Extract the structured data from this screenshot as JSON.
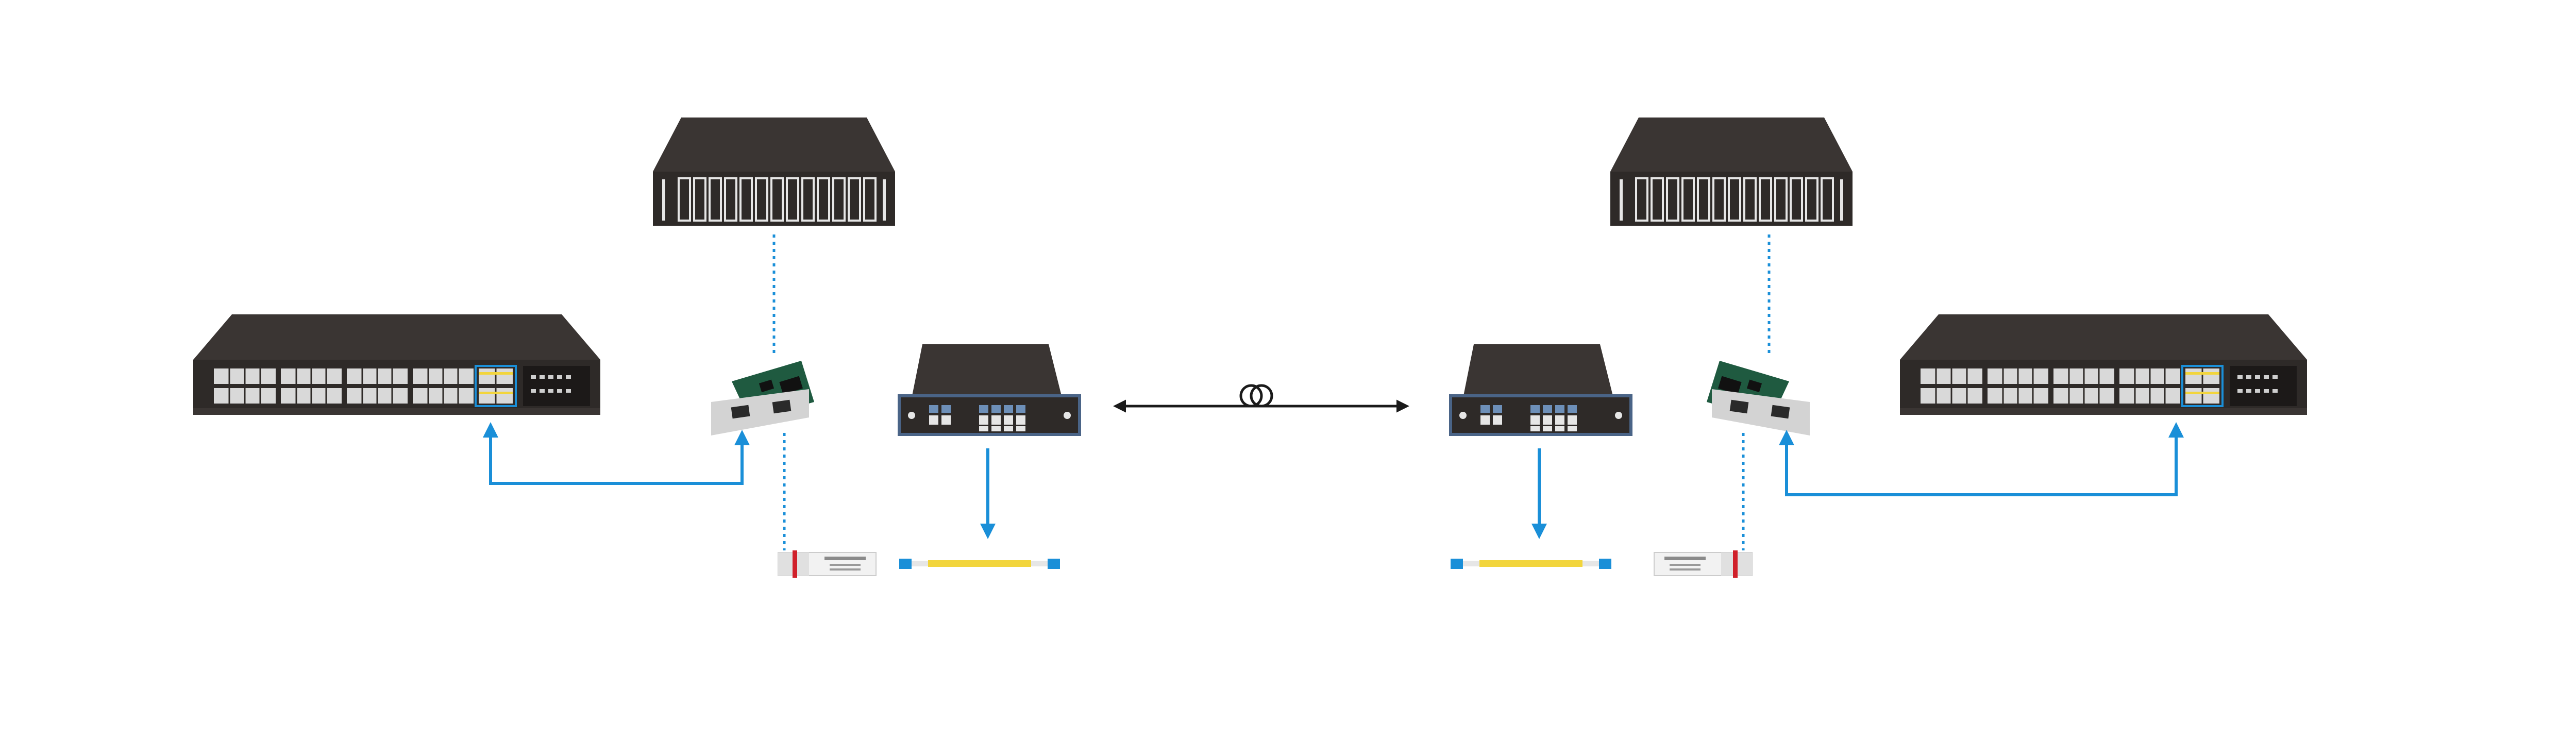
{
  "colors": {
    "device_dark": "#3a3533",
    "device_face": "#2e2a28",
    "port_light": "#d9d9d9",
    "card_green": "#1f5a40",
    "card_plate": "#d3d3d3",
    "mux_frame": "#4a6487",
    "mux_port": "#6d8fb8",
    "fiber_yellow": "#f2d53c",
    "connector_blue": "#1a8fd8",
    "link_blue": "#1a8fd8",
    "dotted_blue": "#1a8fd8",
    "sfp_red": "#d0202a",
    "arrow_black": "#1a1a1a"
  },
  "nodes": [
    {
      "id": "switch-left",
      "kind": "network-switch",
      "icon": "switch-icon"
    },
    {
      "id": "server-left",
      "kind": "server-chassis",
      "icon": "server-icon"
    },
    {
      "id": "card-left",
      "kind": "media-converter-card",
      "icon": "card-icon"
    },
    {
      "id": "mux-left",
      "kind": "cwdm-mux",
      "icon": "mux-icon"
    },
    {
      "id": "mux-right",
      "kind": "cwdm-mux",
      "icon": "mux-icon"
    },
    {
      "id": "card-right",
      "kind": "media-converter-card",
      "icon": "card-icon"
    },
    {
      "id": "server-right",
      "kind": "server-chassis",
      "icon": "server-icon"
    },
    {
      "id": "switch-right",
      "kind": "network-switch",
      "icon": "switch-icon"
    },
    {
      "id": "sfp-left",
      "kind": "sfp-transceiver",
      "icon": "sfp-icon"
    },
    {
      "id": "sfp-right",
      "kind": "sfp-transceiver",
      "icon": "sfp-icon"
    },
    {
      "id": "patch-left",
      "kind": "lc-patch-cord",
      "icon": "patch-cord-icon"
    },
    {
      "id": "patch-right",
      "kind": "lc-patch-cord",
      "icon": "patch-cord-icon"
    }
  ],
  "links": [
    {
      "from": "card-left",
      "to": "switch-left",
      "style": "solid-arrow"
    },
    {
      "from": "card-right",
      "to": "switch-right",
      "style": "solid-arrow"
    },
    {
      "from": "server-left",
      "to": "card-left",
      "style": "dotted"
    },
    {
      "from": "server-right",
      "to": "card-right",
      "style": "dotted"
    },
    {
      "from": "card-left",
      "to": "sfp-left",
      "style": "dotted"
    },
    {
      "from": "card-right",
      "to": "sfp-right",
      "style": "dotted"
    },
    {
      "from": "mux-left",
      "to": "patch-left",
      "style": "solid-arrow"
    },
    {
      "from": "mux-right",
      "to": "patch-right",
      "style": "solid-arrow"
    },
    {
      "from": "mux-left",
      "to": "mux-right",
      "style": "double-arrow-fiber-spool"
    }
  ]
}
